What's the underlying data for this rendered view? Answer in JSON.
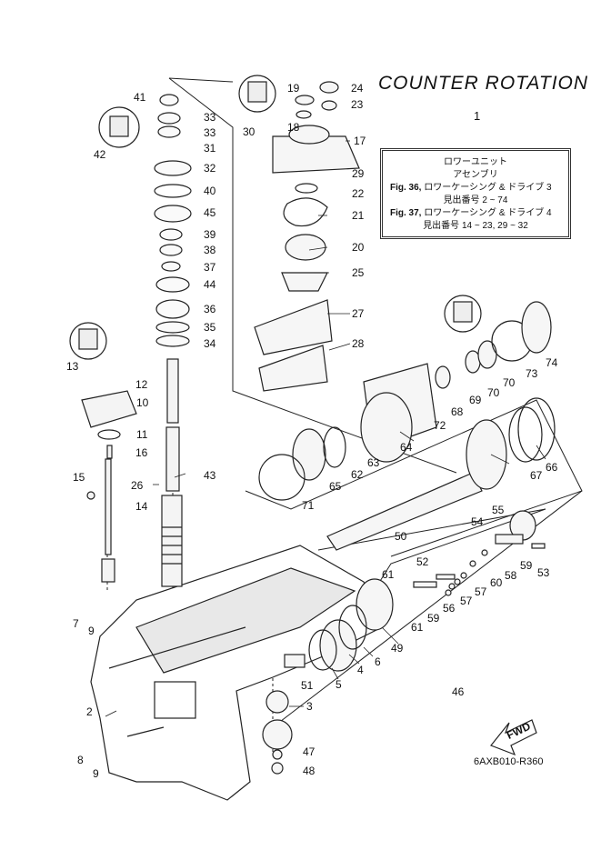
{
  "title": "COUNTER ROTATION",
  "info": {
    "ref_number": "1",
    "line1": "ロワーユニット",
    "line2": "アセンブリ",
    "fig36_a": "Fig. 36,",
    "fig36_b": "ロワーケーシング & ドライブ 3",
    "fig36_c": "見出番号 2 ~ 74",
    "fig37_a": "Fig. 37,",
    "fig37_b": "ロワーケーシング & ドライブ 4",
    "fig37_c": "見出番号 14 ~ 23, 29 ~ 32"
  },
  "fwd_label": "FWD",
  "drawing_code": "6AXB010-R360",
  "labels": {
    "n2": "2",
    "n3": "3",
    "n4": "4",
    "n5": "5",
    "n6": "6",
    "n7": "7",
    "n8": "8",
    "n9a": "9",
    "n9b": "9",
    "n10": "10",
    "n11": "11",
    "n12": "12",
    "n13": "13",
    "n14": "14",
    "n15": "15",
    "n16": "16",
    "n17": "17",
    "n18": "18",
    "n19": "19",
    "n20": "20",
    "n21": "21",
    "n22": "22",
    "n23": "23",
    "n24": "24",
    "n25": "25",
    "n26": "26",
    "n27": "27",
    "n28": "28",
    "n29": "29",
    "n30": "30",
    "n31": "31",
    "n32": "32",
    "n33a": "33",
    "n33b": "33",
    "n34": "34",
    "n35": "35",
    "n36": "36",
    "n37": "37",
    "n38": "38",
    "n39": "39",
    "n40": "40",
    "n41": "41",
    "n42": "42",
    "n43": "43",
    "n44": "44",
    "n45": "45",
    "n46": "46",
    "n47": "47",
    "n48": "48",
    "n49": "49",
    "n50": "50",
    "n51": "51",
    "n52": "52",
    "n53": "53",
    "n54": "54",
    "n55": "55",
    "n56": "56",
    "n57a": "57",
    "n57b": "57",
    "n58": "58",
    "n59a": "59",
    "n59b": "59",
    "n60": "60",
    "n61a": "61",
    "n61b": "61",
    "n62": "62",
    "n63": "63",
    "n64": "64",
    "n65": "65",
    "n66": "66",
    "n67": "67",
    "n68": "68",
    "n69": "69",
    "n70a": "70",
    "n70b": "70",
    "n71": "71",
    "n72": "72",
    "n73": "73",
    "n74": "74"
  }
}
